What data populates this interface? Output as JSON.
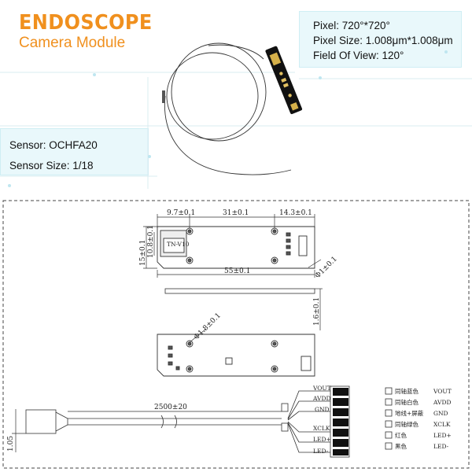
{
  "header": {
    "title": "ENDOSCOPE",
    "subtitle": "Camera Module"
  },
  "specs_right": [
    {
      "label": "Pixel: 720*720",
      "text": "Pixel: 720°*720°"
    },
    {
      "text": "Pixel Size: 1.008μm*1.008μm"
    },
    {
      "text": "Field Of View: 120°"
    }
  ],
  "specs_left": [
    {
      "text": "Sensor: OCHFA20"
    },
    {
      "text": "Sensor Size: 1/18"
    }
  ],
  "dimensions": {
    "top_a": "9.7±0.1",
    "top_b": "31±0.1",
    "top_c": "14.3±0.1",
    "height_outer": "15±0.1",
    "height_inner": "10.8±0.1",
    "length": "55±0.1",
    "hole": "Φ1±0.1",
    "thickness": "1.6±0.1",
    "back_hole": "Φ1.8±0.1",
    "cable_length": "2500±20",
    "cable_dia": "1.05"
  },
  "wire_labels": [
    "VOUT",
    "AVDD",
    "GND",
    "XCLK",
    "LED+",
    "LED-"
  ],
  "legend": [
    {
      "color": "同轴蓝色",
      "signal": "VOUT"
    },
    {
      "color": "同轴白色",
      "signal": "AVDD"
    },
    {
      "color": "地线+屏蔽",
      "signal": "GND"
    },
    {
      "color": "同轴绿色",
      "signal": "XCLK"
    },
    {
      "color": "红色",
      "signal": "LED+"
    },
    {
      "color": "黑色",
      "signal": "LED-"
    }
  ],
  "chip_text": "TN-V10"
}
